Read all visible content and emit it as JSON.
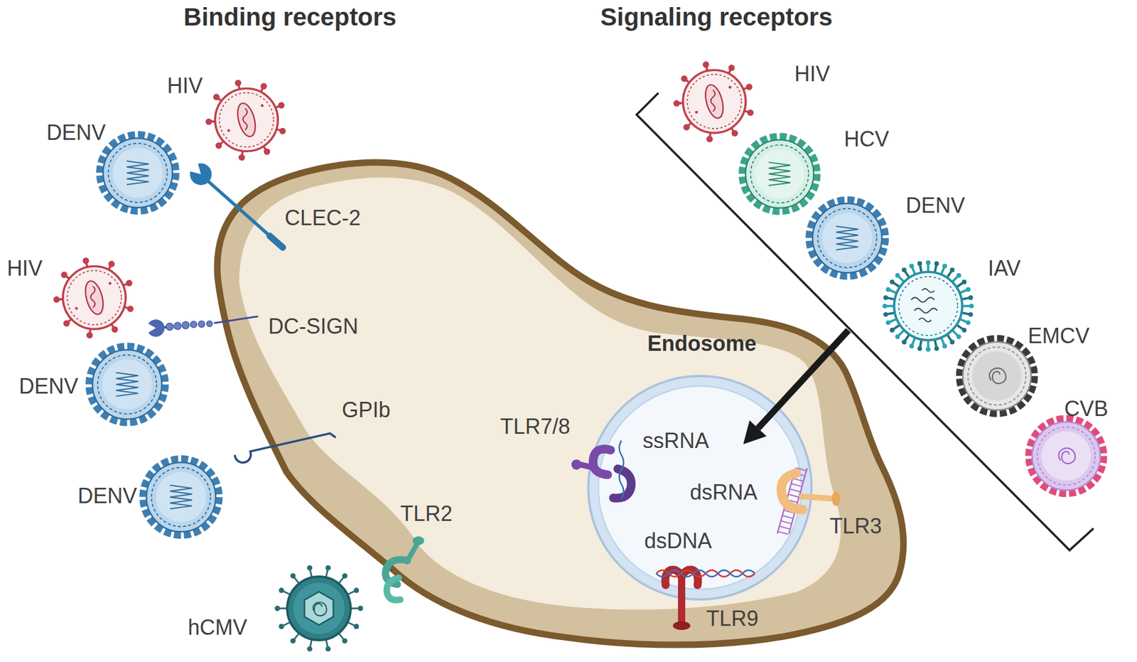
{
  "diagram": {
    "nodes": [
      {
        "text": [
          "HIV"
        ]
      },
      {
        "text": [
          "DENV"
        ]
      },
      {
        "text": [
          "HIV"
        ]
      },
      {
        "text": [
          "DENV"
        ]
      },
      {
        "text": [
          "DENV"
        ]
      },
      {
        "text": [
          "hCMV"
        ]
      },
      {
        "text": [
          "HIV"
        ]
      },
      {
        "text": [
          "HCV"
        ]
      },
      {
        "text": [
          "DENV"
        ]
      },
      {
        "text": [
          "IAV"
        ]
      },
      {
        "text": [
          "EMCV"
        ]
      },
      {
        "text": [
          "CVB"
        ]
      },
      {
        "text": [
          "Endosome"
        ]
      }
    ],
    "labels": [
      "Binding receptors",
      "Signaling receptors",
      "CLEC-2",
      "DC-SIGN",
      "GPIb",
      "TLR2",
      "TLR7/8",
      "ssRNA",
      "dsRNA",
      "TLR3",
      "dsDNA",
      "TLR9"
    ]
  }
}
